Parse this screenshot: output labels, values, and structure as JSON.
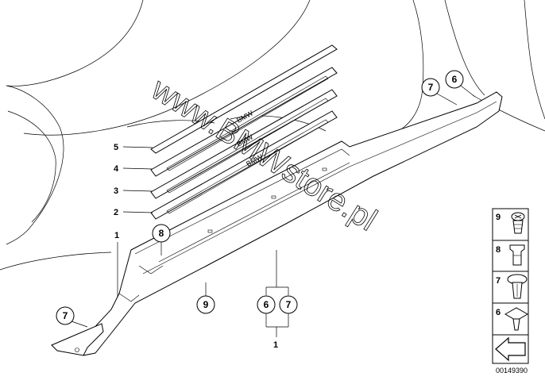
{
  "watermark": "www.BMWstore.pl",
  "strip_labels": [
    {
      "num": "5"
    },
    {
      "num": "4"
    },
    {
      "num": "3"
    },
    {
      "num": "2"
    }
  ],
  "callouts": {
    "sill_main": "1",
    "sill_lower": "1",
    "clip_right_a": "7",
    "clip_right_b": "6",
    "clip_left": "7",
    "clip_8": "8",
    "clip_9": "9",
    "group_a": "6",
    "group_b": "7"
  },
  "strip_texts": {
    "s5": "BMW",
    "s4": "BMW",
    "s3": "BMW"
  },
  "side_parts": [
    {
      "num": "9",
      "icon": "screw-clip-icon"
    },
    {
      "num": "8",
      "icon": "square-clip-icon"
    },
    {
      "num": "7",
      "icon": "expansion-rivet-icon"
    },
    {
      "num": "6",
      "icon": "push-clip-icon"
    }
  ],
  "side_nav_icon": "arrow-icon",
  "diagram_code": "00149390"
}
